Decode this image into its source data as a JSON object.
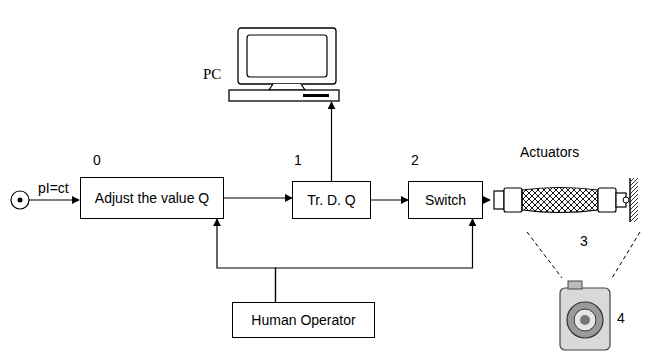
{
  "diagram": {
    "nodes": [
      {
        "text": [
          "PC"
        ]
      },
      {
        "text": [
          "Adjust the value Q"
        ]
      },
      {
        "text": [
          "Tr. D. Q"
        ]
      },
      {
        "text": [
          "Switch"
        ]
      },
      {
        "text": [
          "Actuators"
        ]
      },
      {
        "text": [
          "Human Operator"
        ]
      }
    ],
    "edges": [
      {
        "from": 1,
        "to": 2,
        "arrow": "to"
      },
      {
        "from": 2,
        "to": 3,
        "arrow": "to"
      },
      {
        "from": 2,
        "to": 0,
        "arrow": "to"
      },
      {
        "from": 3,
        "to": 4,
        "arrow": "to"
      },
      {
        "from": 5,
        "to": 1,
        "arrow": "to"
      },
      {
        "from": 5,
        "to": 3,
        "arrow": "to"
      }
    ],
    "labels": [
      "pI=ct",
      "0",
      "1",
      "2",
      "3",
      "4"
    ]
  }
}
